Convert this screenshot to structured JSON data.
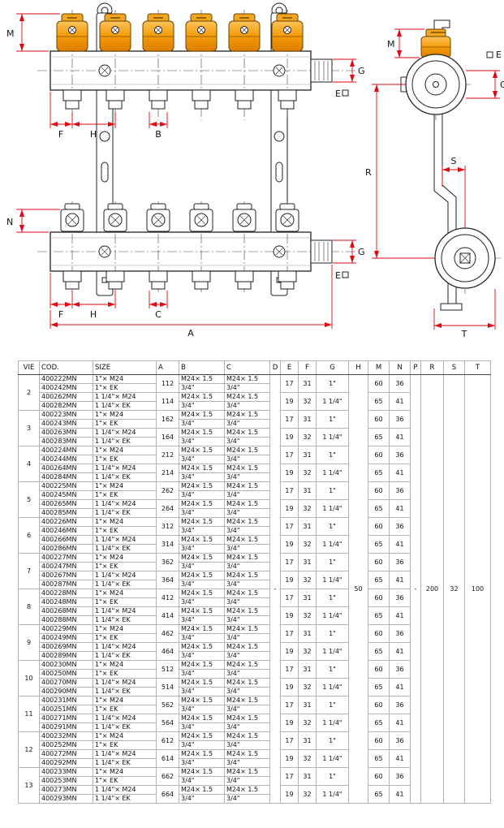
{
  "drawing": {
    "dim_labels": {
      "a": "A",
      "b": "B",
      "c": "C",
      "e": "E",
      "f": "F",
      "g": "G",
      "h": "H",
      "m": "M",
      "n": "N",
      "r": "R",
      "s": "S",
      "t": "T"
    },
    "colors": {
      "dimension_red": "#e30613",
      "flow_meter_orange": "#f39c07",
      "outline_black": "#222222"
    }
  },
  "table": {
    "headers": [
      "VIE",
      "COD.",
      "SIZE",
      "A",
      "B",
      "C",
      "D",
      "E",
      "F",
      "G",
      "H",
      "M",
      "N",
      "P",
      "R",
      "S",
      "T"
    ],
    "shared": {
      "d": "-",
      "h": "50",
      "p": "-",
      "r": "200",
      "s": "32",
      "t": "100"
    },
    "groups": [
      {
        "vie": "2",
        "halves": [
          {
            "a": "112",
            "e": "17",
            "f": "31",
            "g": "1\"",
            "m": "60",
            "n": "36",
            "rows": [
              {
                "cod": "400222MN",
                "size": "1\"× M24",
                "b": "M24× 1.5",
                "c": "M24× 1.5"
              },
              {
                "cod": "400242MN",
                "size": "1\"× EK",
                "b": "3/4\"",
                "c": "3/4\""
              }
            ]
          },
          {
            "a": "114",
            "e": "19",
            "f": "32",
            "g": "1 1/4\"",
            "m": "65",
            "n": "41",
            "rows": [
              {
                "cod": "400262MN",
                "size": "1 1/4\"× M24",
                "b": "M24× 1.5",
                "c": "M24× 1.5"
              },
              {
                "cod": "400282MN",
                "size": "1 1/4\"× EK",
                "b": "3/4\"",
                "c": "3/4\""
              }
            ]
          }
        ]
      },
      {
        "vie": "3",
        "halves": [
          {
            "a": "162",
            "e": "17",
            "f": "31",
            "g": "1\"",
            "m": "60",
            "n": "36",
            "rows": [
              {
                "cod": "400223MN",
                "size": "1\"× M24",
                "b": "M24× 1.5",
                "c": "M24× 1.5"
              },
              {
                "cod": "400243MN",
                "size": "1\"× EK",
                "b": "3/4\"",
                "c": "3/4\""
              }
            ]
          },
          {
            "a": "164",
            "e": "19",
            "f": "32",
            "g": "1 1/4\"",
            "m": "65",
            "n": "41",
            "rows": [
              {
                "cod": "400263MN",
                "size": "1 1/4\"× M24",
                "b": "M24× 1.5",
                "c": "M24× 1.5"
              },
              {
                "cod": "400283MN",
                "size": "1 1/4\"× EK",
                "b": "3/4\"",
                "c": "3/4\""
              }
            ]
          }
        ]
      },
      {
        "vie": "4",
        "halves": [
          {
            "a": "212",
            "e": "17",
            "f": "31",
            "g": "1\"",
            "m": "60",
            "n": "36",
            "rows": [
              {
                "cod": "400224MN",
                "size": "1\"× M24",
                "b": "M24× 1.5",
                "c": "M24× 1.5"
              },
              {
                "cod": "400244MN",
                "size": "1\"× EK",
                "b": "3/4\"",
                "c": "3/4\""
              }
            ]
          },
          {
            "a": "214",
            "e": "19",
            "f": "32",
            "g": "1 1/4\"",
            "m": "65",
            "n": "41",
            "rows": [
              {
                "cod": "400264MN",
                "size": "1 1/4\"× M24",
                "b": "M24× 1.5",
                "c": "M24× 1.5"
              },
              {
                "cod": "400284MN",
                "size": "1 1/4\"× EK",
                "b": "3/4\"",
                "c": "3/4\""
              }
            ]
          }
        ]
      },
      {
        "vie": "5",
        "halves": [
          {
            "a": "262",
            "e": "17",
            "f": "31",
            "g": "1\"",
            "m": "60",
            "n": "36",
            "rows": [
              {
                "cod": "400225MN",
                "size": "1\"× M24",
                "b": "M24× 1.5",
                "c": "M24× 1.5"
              },
              {
                "cod": "400245MN",
                "size": "1\"× EK",
                "b": "3/4\"",
                "c": "3/4\""
              }
            ]
          },
          {
            "a": "264",
            "e": "19",
            "f": "32",
            "g": "1 1/4\"",
            "m": "65",
            "n": "41",
            "rows": [
              {
                "cod": "400265MN",
                "size": "1 1/4\"× M24",
                "b": "M24× 1.5",
                "c": "M24× 1.5"
              },
              {
                "cod": "400285MN",
                "size": "1 1/4\"× EK",
                "b": "3/4\"",
                "c": "3/4\""
              }
            ]
          }
        ]
      },
      {
        "vie": "6",
        "halves": [
          {
            "a": "312",
            "e": "17",
            "f": "31",
            "g": "1\"",
            "m": "60",
            "n": "36",
            "rows": [
              {
                "cod": "400226MN",
                "size": "1\"× M24",
                "b": "M24× 1.5",
                "c": "M24× 1.5"
              },
              {
                "cod": "400246MN",
                "size": "1\"× EK",
                "b": "3/4\"",
                "c": "3/4\""
              }
            ]
          },
          {
            "a": "314",
            "e": "19",
            "f": "32",
            "g": "1 1/4\"",
            "m": "65",
            "n": "41",
            "rows": [
              {
                "cod": "400266MN",
                "size": "1 1/4\"× M24",
                "b": "M24× 1.5",
                "c": "M24× 1.5"
              },
              {
                "cod": "400286MN",
                "size": "1 1/4\"× EK",
                "b": "3/4\"",
                "c": "3/4\""
              }
            ]
          }
        ]
      },
      {
        "vie": "7",
        "halves": [
          {
            "a": "362",
            "e": "17",
            "f": "31",
            "g": "1\"",
            "m": "60",
            "n": "36",
            "rows": [
              {
                "cod": "400227MN",
                "size": "1\"× M24",
                "b": "M24× 1.5",
                "c": "M24× 1.5"
              },
              {
                "cod": "400247MN",
                "size": "1\"× EK",
                "b": "3/4\"",
                "c": "3/4\""
              }
            ]
          },
          {
            "a": "364",
            "e": "19",
            "f": "32",
            "g": "1 1/4\"",
            "m": "65",
            "n": "41",
            "rows": [
              {
                "cod": "400267MN",
                "size": "1 1/4\"× M24",
                "b": "M24× 1.5",
                "c": "M24× 1.5"
              },
              {
                "cod": "400287MN",
                "size": "1 1/4\"× EK",
                "b": "3/4\"",
                "c": "3/4\""
              }
            ]
          }
        ]
      },
      {
        "vie": "8",
        "halves": [
          {
            "a": "412",
            "e": "17",
            "f": "31",
            "g": "1\"",
            "m": "60",
            "n": "36",
            "rows": [
              {
                "cod": "400228MN",
                "size": "1\"× M24",
                "b": "M24× 1.5",
                "c": "M24× 1.5"
              },
              {
                "cod": "400248MN",
                "size": "1\"× EK",
                "b": "3/4\"",
                "c": "3/4\""
              }
            ]
          },
          {
            "a": "414",
            "e": "19",
            "f": "32",
            "g": "1 1/4\"",
            "m": "65",
            "n": "41",
            "rows": [
              {
                "cod": "400268MN",
                "size": "1 1/4\"× M24",
                "b": "M24× 1.5",
                "c": "M24× 1.5"
              },
              {
                "cod": "400288MN",
                "size": "1 1/4\"× EK",
                "b": "3/4\"",
                "c": "3/4\""
              }
            ]
          }
        ]
      },
      {
        "vie": "9",
        "halves": [
          {
            "a": "462",
            "e": "17",
            "f": "31",
            "g": "1\"",
            "m": "60",
            "n": "36",
            "rows": [
              {
                "cod": "400229MN",
                "size": "1\"× M24",
                "b": "M24× 1.5",
                "c": "M24× 1.5"
              },
              {
                "cod": "400249MN",
                "size": "1\"× EK",
                "b": "3/4\"",
                "c": "3/4\""
              }
            ]
          },
          {
            "a": "464",
            "e": "19",
            "f": "32",
            "g": "1 1/4\"",
            "m": "65",
            "n": "41",
            "rows": [
              {
                "cod": "400269MN",
                "size": "1 1/4\"× M24",
                "b": "M24× 1.5",
                "c": "M24× 1.5"
              },
              {
                "cod": "400289MN",
                "size": "1 1/4\"× EK",
                "b": "3/4\"",
                "c": "3/4\""
              }
            ]
          }
        ]
      },
      {
        "vie": "10",
        "halves": [
          {
            "a": "512",
            "e": "17",
            "f": "31",
            "g": "1\"",
            "m": "60",
            "n": "36",
            "rows": [
              {
                "cod": "400230MN",
                "size": "1\"× M24",
                "b": "M24× 1.5",
                "c": "M24× 1.5"
              },
              {
                "cod": "400250MN",
                "size": "1\"× EK",
                "b": "3/4\"",
                "c": "3/4\""
              }
            ]
          },
          {
            "a": "514",
            "e": "19",
            "f": "32",
            "g": "1 1/4\"",
            "m": "65",
            "n": "41",
            "rows": [
              {
                "cod": "400270MN",
                "size": "1 1/4\"× M24",
                "b": "M24× 1.5",
                "c": "M24× 1.5"
              },
              {
                "cod": "400290MN",
                "size": "1 1/4\"× EK",
                "b": "3/4\"",
                "c": "3/4\""
              }
            ]
          }
        ]
      },
      {
        "vie": "11",
        "halves": [
          {
            "a": "562",
            "e": "17",
            "f": "31",
            "g": "1\"",
            "m": "60",
            "n": "36",
            "rows": [
              {
                "cod": "400231MN",
                "size": "1\"× M24",
                "b": "M24× 1.5",
                "c": "M24× 1.5"
              },
              {
                "cod": "400251MN",
                "size": "1\"× EK",
                "b": "3/4\"",
                "c": "3/4\""
              }
            ]
          },
          {
            "a": "564",
            "e": "19",
            "f": "32",
            "g": "1 1/4\"",
            "m": "65",
            "n": "41",
            "rows": [
              {
                "cod": "400271MN",
                "size": "1 1/4\"× M24",
                "b": "M24× 1.5",
                "c": "M24× 1.5"
              },
              {
                "cod": "400291MN",
                "size": "1 1/4\"× EK",
                "b": "3/4\"",
                "c": "3/4\""
              }
            ]
          }
        ]
      },
      {
        "vie": "12",
        "halves": [
          {
            "a": "612",
            "e": "17",
            "f": "31",
            "g": "1\"",
            "m": "60",
            "n": "36",
            "rows": [
              {
                "cod": "400232MN",
                "size": "1\"× M24",
                "b": "M24× 1.5",
                "c": "M24× 1.5"
              },
              {
                "cod": "400252MN",
                "size": "1\"× EK",
                "b": "3/4\"",
                "c": "3/4\""
              }
            ]
          },
          {
            "a": "614",
            "e": "19",
            "f": "32",
            "g": "1 1/4\"",
            "m": "65",
            "n": "41",
            "rows": [
              {
                "cod": "400272MN",
                "size": "1 1/4\"× M24",
                "b": "M24× 1.5",
                "c": "M24× 1.5"
              },
              {
                "cod": "400292MN",
                "size": "1 1/4\"× EK",
                "b": "3/4\"",
                "c": "3/4\""
              }
            ]
          }
        ]
      },
      {
        "vie": "13",
        "halves": [
          {
            "a": "662",
            "e": "17",
            "f": "31",
            "g": "1\"",
            "m": "60",
            "n": "36",
            "rows": [
              {
                "cod": "400233MN",
                "size": "1\"× M24",
                "b": "M24× 1.5",
                "c": "M24× 1.5"
              },
              {
                "cod": "400253MN",
                "size": "1\"× EK",
                "b": "3/4\"",
                "c": "3/4\""
              }
            ]
          },
          {
            "a": "664",
            "e": "19",
            "f": "32",
            "g": "1 1/4\"",
            "m": "65",
            "n": "41",
            "rows": [
              {
                "cod": "400273MN",
                "size": "1 1/4\"× M24",
                "b": "M24× 1.5",
                "c": "M24× 1.5"
              },
              {
                "cod": "400293MN",
                "size": "1 1/4\"× EK",
                "b": "3/4\"",
                "c": "3/4\""
              }
            ]
          }
        ]
      }
    ]
  }
}
